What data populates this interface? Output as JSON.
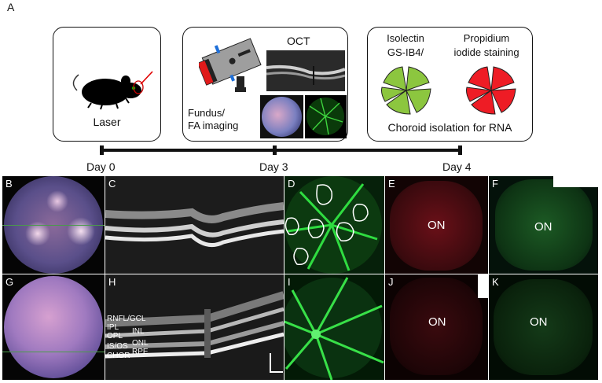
{
  "figure_label": "A",
  "timeline": {
    "day0": "Day 0",
    "day3": "Day 3",
    "day4": "Day 4"
  },
  "box1": {
    "caption": "Laser"
  },
  "box2": {
    "oct_label": "OCT",
    "caption_line1": "Fundus/",
    "caption_line2": "FA imaging"
  },
  "box3": {
    "stain1_line1": "Isolectin",
    "stain1_line2": "GS-IB4/",
    "stain2_line1": "Propidium",
    "stain2_line2": "iodide staining",
    "caption": "Choroid isolation for RNA",
    "green_color": "#8cc63f",
    "red_color": "#ee1c25"
  },
  "panels": {
    "B": "B",
    "C": "C",
    "D": "D",
    "E": "E",
    "F": "F",
    "G": "G",
    "H": "H",
    "I": "I",
    "J": "J",
    "K": "K"
  },
  "optic_nerve": "ON",
  "oct_layers": {
    "rnfl": "RNFL/GCL",
    "ipl": "IPL",
    "inl": "INL",
    "opl": "OPL",
    "onl": "ONL",
    "isos": "IS/OS",
    "rpe": "RPE",
    "chor": "CHOR"
  }
}
